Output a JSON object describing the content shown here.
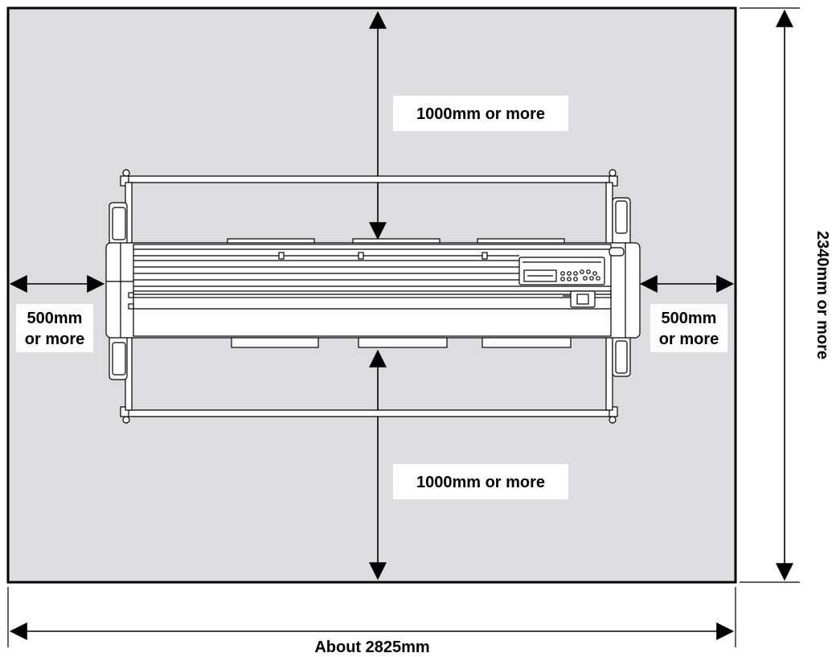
{
  "diagram": {
    "labels": {
      "top_clearance": "1000mm or more",
      "bottom_clearance": "1000mm or more",
      "left_clearance_line1": "500mm",
      "left_clearance_line2": "or more",
      "right_clearance_line1": "500mm",
      "right_clearance_line2": "or more",
      "height_total": "2340mm or more",
      "width_total": "About 2825mm"
    },
    "colors": {
      "area_fill": "#dcdde0",
      "label_bg": "#ffffff",
      "line": "#000000",
      "device_fill": "#ffffff"
    }
  }
}
